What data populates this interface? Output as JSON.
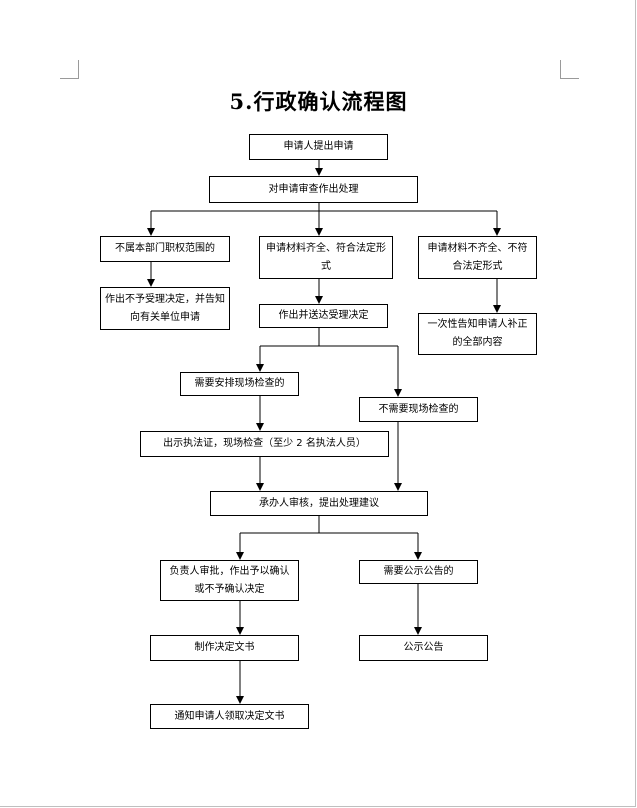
{
  "title": "5.行政确认流程图",
  "nodes": {
    "n1": "申请人提出申请",
    "n2": "对申请审查作出处理",
    "n3": "不属本部门职权范围的",
    "n4": "申请材料齐全、符合法定形式",
    "n5": "申请材料不齐全、不符合法定形式",
    "n6": "作出不予受理决定，并告知向有关单位申请",
    "n7": "作出并送达受理决定",
    "n8": "一次性告知申请人补正的全部内容",
    "n9": "需要安排现场检查的",
    "n10": "不需要现场检查的",
    "n11": "出示执法证，现场检查（至少 2 名执法人员）",
    "n12": "承办人审核，提出处理建议",
    "n13": "负责人审批，作出予以确认或不予确认决定",
    "n14": "需要公示公告的",
    "n15": "制作决定文书",
    "n16": "公示公告",
    "n17": "通知申请人领取决定文书"
  }
}
